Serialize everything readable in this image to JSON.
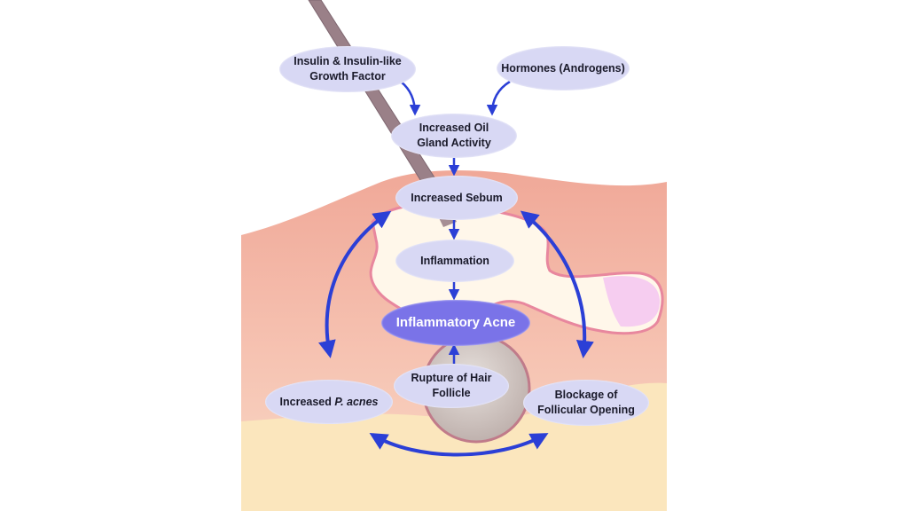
{
  "nodes": {
    "insulin": "Insulin & Insulin-like Growth Factor",
    "hormones": "Hormones (Androgens)",
    "oil_gland": "Increased Oil Gland Activity",
    "sebum": "Increased Sebum",
    "inflammation": "Inflammation",
    "inflammatory_acne": "Inflammatory Acne",
    "rupture": "Rupture of Hair Follicle",
    "p_acnes_prefix": "Increased ",
    "p_acnes_italic": "P. acnes",
    "blockage": "Blockage of Follicular Opening"
  },
  "colors": {
    "node_fill": "#d8d8f4",
    "highlight_fill": "#7a73e8",
    "arrow": "#2b3fd6",
    "skin_pink": "#f2b5a3",
    "skin_yellow": "#fbe5b8"
  }
}
